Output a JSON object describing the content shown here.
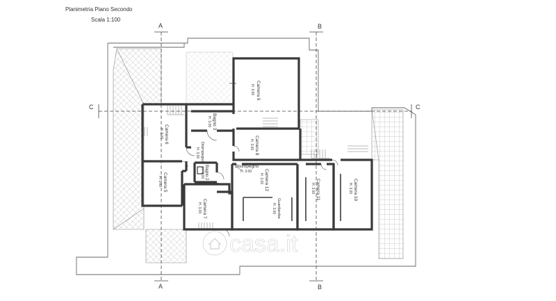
{
  "header": {
    "title": "Planimetria Piano Secondo",
    "scale": "Scala 1:100"
  },
  "sections": {
    "a": "A",
    "b": "B",
    "c": "C"
  },
  "rooms": {
    "camera9": {
      "name": "Camera 9",
      "height": "H. 3.00"
    },
    "bagno3": {
      "name": "Bagno 3",
      "height": "H. 3.00"
    },
    "camera6": {
      "name": "Camera 6",
      "height": "H. 3.00"
    },
    "camera8": {
      "name": "Camera 8",
      "height": "H. 3.00"
    },
    "disimpegno1": {
      "name": "Disimpegno",
      "height": "H. 3.00"
    },
    "disimpegno2": {
      "name": "Disimpegno",
      "height": "H. 3.00"
    },
    "bagno2": {
      "name": "Bagno 2",
      "height": "H. 3.00"
    },
    "camera5": {
      "name": "Camera 5",
      "height": "H. 3.00"
    },
    "camera12": {
      "name": "Camera 12",
      "height": "H. 3.00"
    },
    "guardaroba": {
      "name": "Guardaroba",
      "height": "H. 3.00"
    },
    "camera11": {
      "name": "Camera 11",
      "height": "H. 3.00"
    },
    "camera10": {
      "name": "Camera 10",
      "height": "H. 3.00"
    },
    "camera7": {
      "name": "Camera 7",
      "height": "H. 3.00"
    }
  },
  "watermark": {
    "text": "casa.it",
    "icon": "casa-it-logo-icon"
  },
  "colors": {
    "wall": "#3a3a3a",
    "line": "#555555",
    "section_line": "#444444",
    "hatch": "#9a9a9a"
  }
}
